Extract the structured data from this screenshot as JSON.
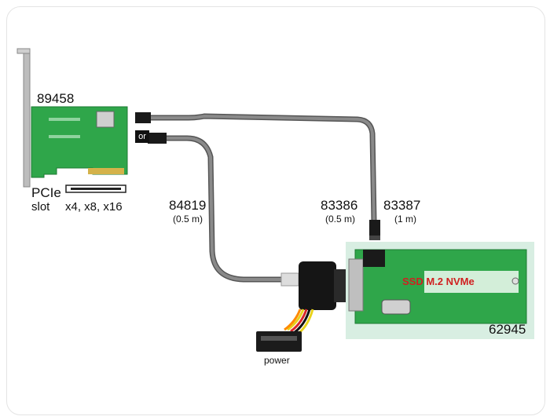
{
  "labels": {
    "card_part": "89458",
    "pcie": "PCIe",
    "slot": "slot",
    "lanes": "x4, x8, x16",
    "or": "or",
    "cable1_part": "84819",
    "cable1_len": "(0.5 m)",
    "cable2_part": "83386",
    "cable2_len": "(0.5 m)",
    "cable3_part": "83387",
    "cable3_len": "(1 m)",
    "adapter_part": "62945",
    "ssd_label": "SSD M.2 NVMe",
    "power": "power"
  },
  "colors": {
    "pcb_green": "#2fa64a",
    "adapter_bg": "#d8eee2",
    "cable": "#6f6f6f",
    "ssd_text": "#d02020"
  }
}
